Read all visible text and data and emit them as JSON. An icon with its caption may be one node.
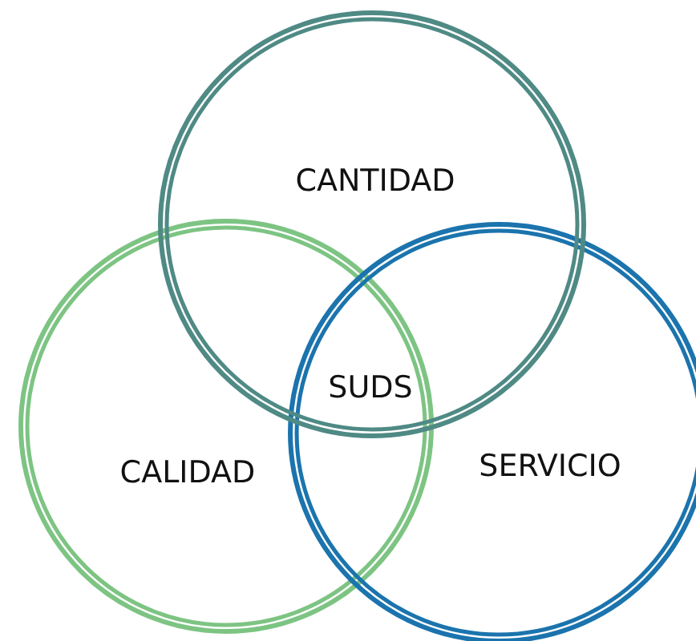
{
  "diagram": {
    "nodes": [
      {
        "text": [
          "CANTIDAD"
        ]
      },
      {
        "text": [
          "CALIDAD"
        ]
      },
      {
        "text": [
          "SERVICIO"
        ]
      }
    ],
    "edges": [],
    "labels": [
      "SUDS"
    ]
  }
}
